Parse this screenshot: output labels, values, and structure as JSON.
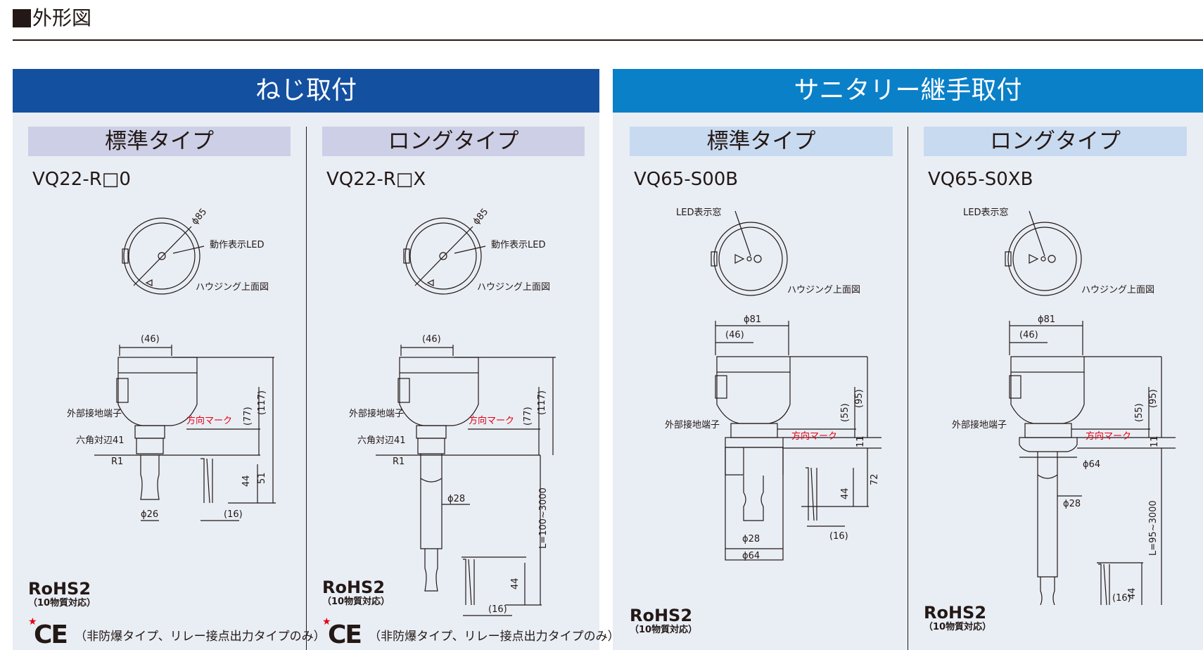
{
  "header": {
    "title": "外形図"
  },
  "sections": {
    "screw": {
      "title": "ねじ取付",
      "standard": {
        "subtitle": "標準タイプ",
        "model": "VQ22-R□0",
        "labels": {
          "diameter_top": "ϕ85",
          "led": "動作表示LED",
          "housing_top": "ハウジング上面図",
          "width": "(46)",
          "ground": "外部接地端子",
          "direction": "方向マーク",
          "hex": "六角対辺41",
          "thread": "R1",
          "dim_117": "(117)",
          "dim_77": "(77)",
          "dim_51": "51",
          "dim_44": "44",
          "dia_26": "ϕ26",
          "dim_16": "(16)"
        }
      },
      "long": {
        "subtitle": "ロングタイプ",
        "model": "VQ22-R□X",
        "labels": {
          "diameter_top": "ϕ85",
          "led": "動作表示LED",
          "housing_top": "ハウジング上面図",
          "width": "(46)",
          "ground": "外部接地端子",
          "direction": "方向マーク",
          "hex": "六角対辺41",
          "thread": "R1",
          "dim_117": "(117)",
          "dim_77": "(77)",
          "length": "L=100~3000",
          "dia_28": "ϕ28",
          "dim_44": "44",
          "dim_16": "(16)"
        }
      }
    },
    "sanitary": {
      "title": "サニタリー継手取付",
      "standard": {
        "subtitle": "標準タイプ",
        "model": "VQ65-S00B",
        "labels": {
          "led_window": "LED表示窓",
          "housing_top": "ハウジング上面図",
          "dia_81": "ϕ81",
          "width": "(46)",
          "ground": "外部接地端子",
          "direction": "方向マーク",
          "dim_95": "(95)",
          "dim_55": "(55)",
          "dim_11": "11",
          "dim_72": "72",
          "dim_44": "44",
          "dim_16": "(16)",
          "dia_28": "ϕ28",
          "dia_64": "ϕ64"
        }
      },
      "long": {
        "subtitle": "ロングタイプ",
        "model": "VQ65-S0XB",
        "labels": {
          "led_window": "LED表示窓",
          "housing_top": "ハウジング上面図",
          "dia_81": "ϕ81",
          "width": "(46)",
          "ground": "外部接地端子",
          "direction": "方向マーク",
          "dim_95": "(95)",
          "dim_55": "(55)",
          "dim_11": "11",
          "dia_64": "ϕ64",
          "dia_28": "ϕ28",
          "length": "L=95~3000",
          "dim_44": "44",
          "dim_16": "(16)"
        }
      }
    }
  },
  "rohs": {
    "title": "RoHS2",
    "subtitle": "（10物質対応）"
  },
  "ce": {
    "star": "★",
    "mark": "CE",
    "note": "（非防爆タイプ、リレー接点出力タイプのみ）"
  },
  "colors": {
    "screw_header": "#1450a0",
    "sanitary_header": "#0a80c8",
    "direction_mark": "#e60012"
  }
}
